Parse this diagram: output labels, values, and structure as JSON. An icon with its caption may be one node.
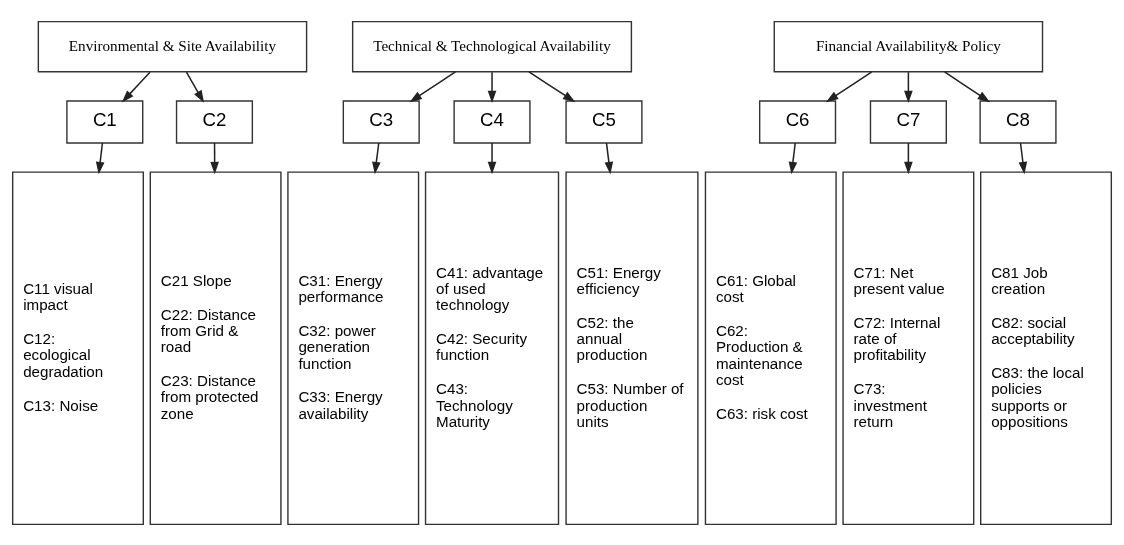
{
  "diagram": {
    "nodes": [
      {
        "text": [
          "Environmental & Site Availability"
        ]
      },
      {
        "text": [
          "Technical & Technological Availability"
        ]
      },
      {
        "text": [
          "Financial Availability& Policy"
        ]
      },
      {
        "text": [
          "C1"
        ]
      },
      {
        "text": [
          "C2"
        ]
      },
      {
        "text": [
          "C3"
        ]
      },
      {
        "text": [
          "C4"
        ]
      },
      {
        "text": [
          "C5"
        ]
      },
      {
        "text": [
          "C6"
        ]
      },
      {
        "text": [
          "C7"
        ]
      },
      {
        "text": [
          "C8"
        ]
      },
      {
        "text": [
          "C11 visual impact",
          "C12: ecological degradation",
          "C13: Noise"
        ]
      },
      {
        "text": [
          "C21 Slope",
          "C22: Distance from Grid & road",
          "C23: Distance from protected zone"
        ]
      },
      {
        "text": [
          "C31: Energy performance",
          "C32: power generation function",
          "C33: Energy availability"
        ]
      },
      {
        "text": [
          "C41: advantage of used technology",
          "C42: Security function",
          "C43: Technology Maturity"
        ]
      },
      {
        "text": [
          "C51: Energy efficiency",
          "C52: the annual production",
          "C53: Number of production units"
        ]
      },
      {
        "text": [
          "C61: Global cost",
          "C62: Production & maintenance cost",
          "C63: risk cost"
        ]
      },
      {
        "text": [
          "C71: Net present value",
          "C72: Internal rate of profitability",
          "C73: investment return"
        ]
      },
      {
        "text": [
          "C81 Job creation",
          "C82: social acceptability",
          "C83: the local policies supports or oppositions"
        ]
      }
    ],
    "edges": [
      {
        "from": 0,
        "to": 3,
        "arrow": "to"
      },
      {
        "from": 0,
        "to": 4,
        "arrow": "to"
      },
      {
        "from": 1,
        "to": 5,
        "arrow": "to"
      },
      {
        "from": 1,
        "to": 6,
        "arrow": "to"
      },
      {
        "from": 1,
        "to": 7,
        "arrow": "to"
      },
      {
        "from": 2,
        "to": 8,
        "arrow": "to"
      },
      {
        "from": 2,
        "to": 9,
        "arrow": "to"
      },
      {
        "from": 2,
        "to": 10,
        "arrow": "to"
      },
      {
        "from": 3,
        "to": 11,
        "arrow": "to"
      },
      {
        "from": 4,
        "to": 12,
        "arrow": "to"
      },
      {
        "from": 5,
        "to": 13,
        "arrow": "to"
      },
      {
        "from": 6,
        "to": 14,
        "arrow": "to"
      },
      {
        "from": 7,
        "to": 15,
        "arrow": "to"
      },
      {
        "from": 8,
        "to": 16,
        "arrow": "to"
      },
      {
        "from": 9,
        "to": 17,
        "arrow": "to"
      },
      {
        "from": 10,
        "to": 18,
        "arrow": "to"
      }
    ]
  }
}
